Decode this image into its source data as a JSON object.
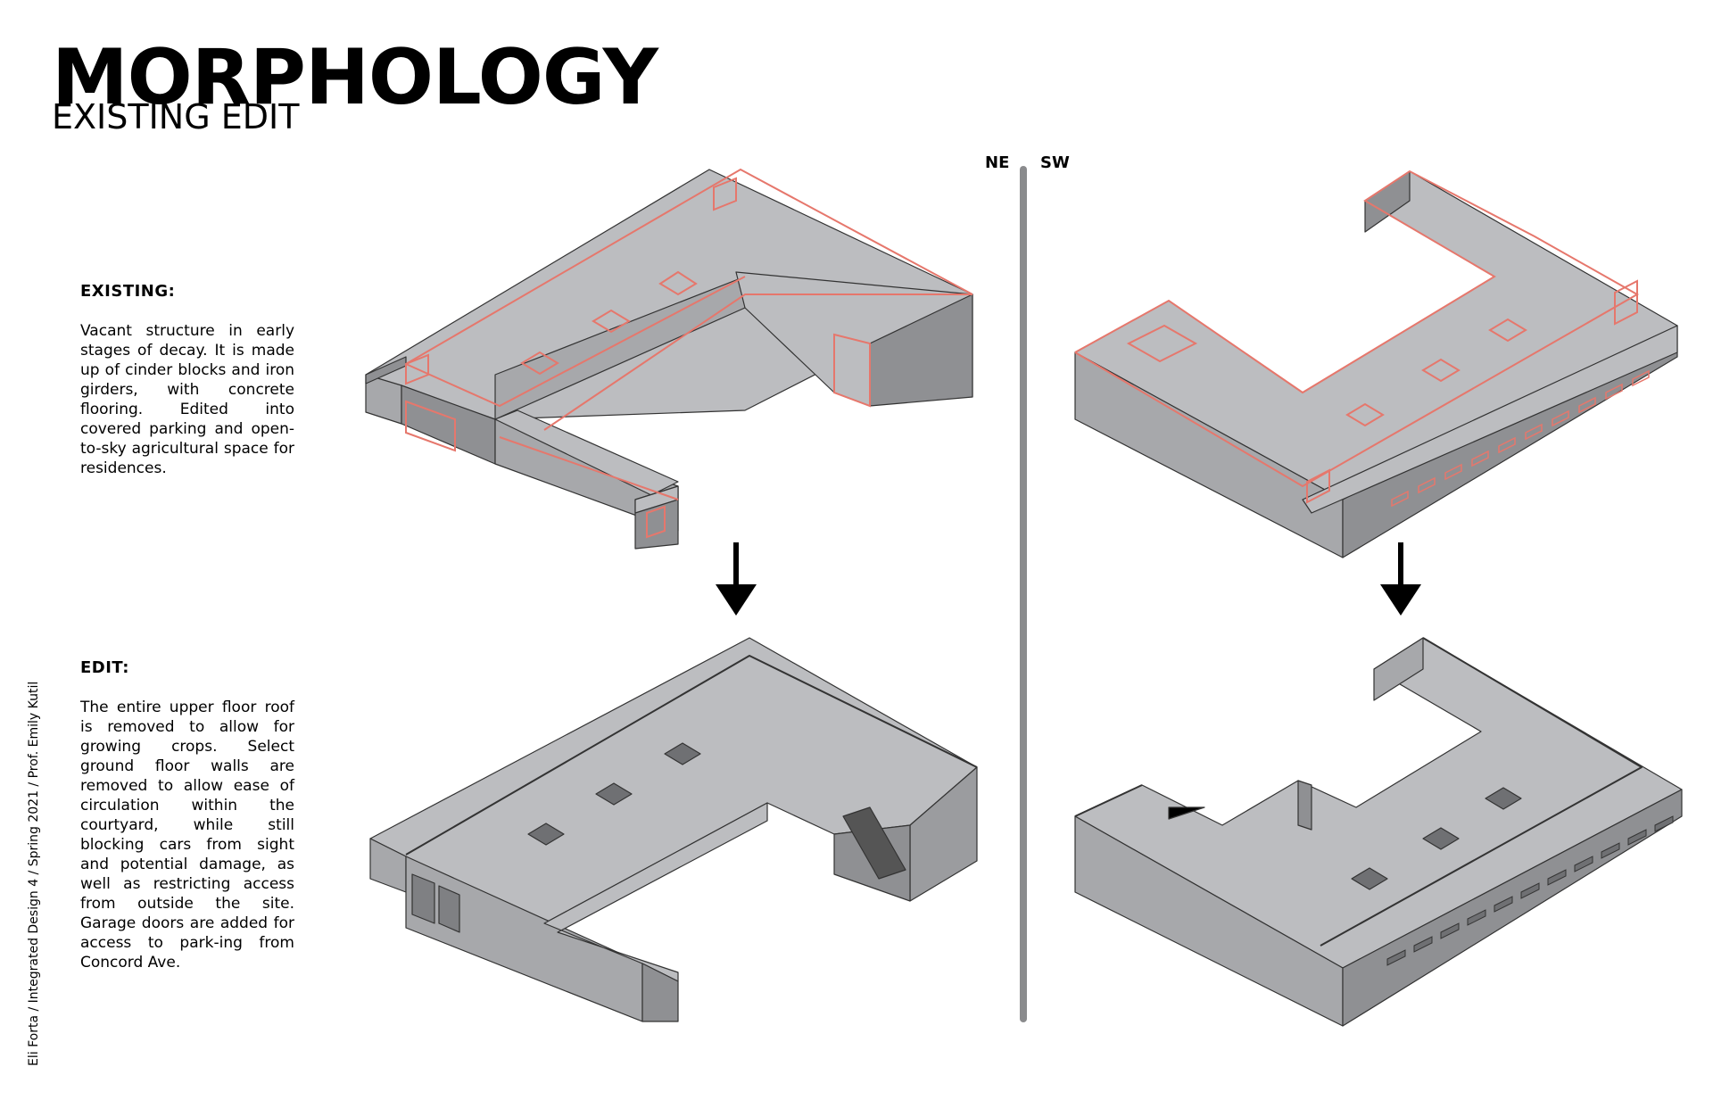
{
  "header": {
    "title": "MORPHOLOGY",
    "subtitle": "EXISTING EDIT"
  },
  "existing": {
    "heading": "EXISTING:",
    "body": "Vacant structure in early stages of decay. It is made up of cinder blocks and iron girders, with concrete flooring. Edited into covered parking and open-to-sky agricultural space for residences."
  },
  "edit": {
    "heading": "EDIT:",
    "body": "The entire upper floor roof is removed to allow for growing crops. Select ground floor walls are removed to allow ease of circulation within the courtyard, while still blocking cars from sight and potential damage, as well as restricting access from outside the site. Garage doors are added for access to park-ing from Concord Ave."
  },
  "orientation": {
    "left_label": "NE",
    "right_label": "SW"
  },
  "credit": "Eli Forta / Integrated Design 4 / Spring 2021 / Prof. Emily Kutil",
  "colors": {
    "roof": "#bcbdc0",
    "wall_light": "#a7a8ab",
    "wall_dark": "#8f9093",
    "outline_red": "#e6776c",
    "divider": "#8a8b8d"
  },
  "icons": [
    "down-arrow-icon",
    "down-arrow-icon"
  ]
}
